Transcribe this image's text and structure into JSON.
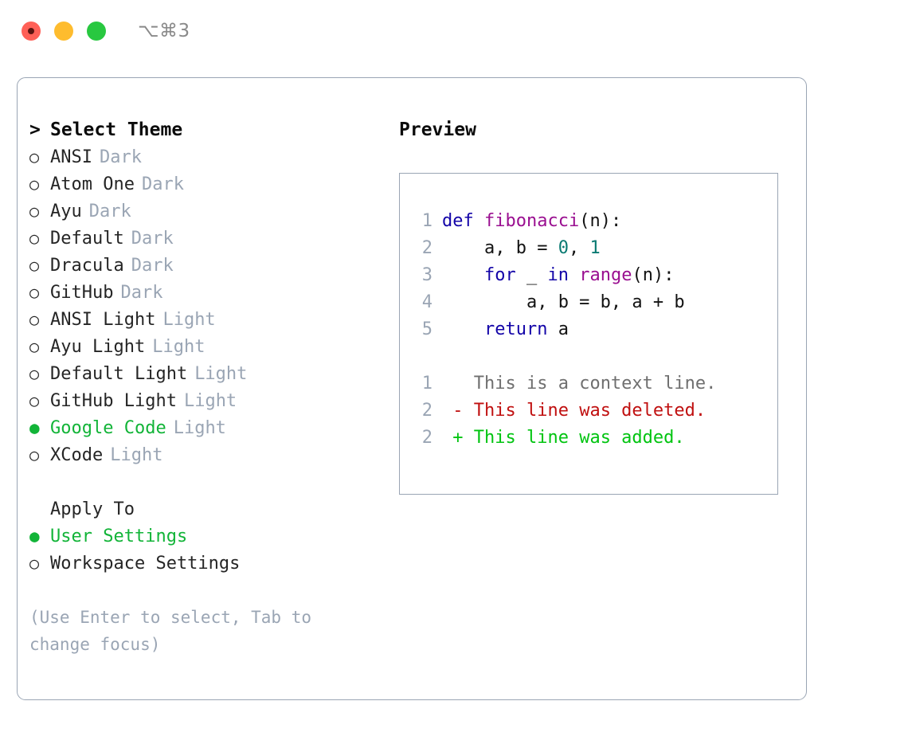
{
  "window": {
    "shortcut": "⌥⌘3",
    "traffic_lights": [
      "close-red",
      "minimize-yellow",
      "maximize-green"
    ],
    "colors": {
      "red": "#ff6057",
      "yellow": "#febc2e",
      "green": "#28c840",
      "border": "#9aa5b4",
      "accent_green": "#12b438",
      "muted": "#9aa5b4"
    }
  },
  "theme_list": {
    "header": "Select Theme",
    "caret": ">",
    "bullet_unselected": "○",
    "bullet_selected": "●",
    "items": [
      {
        "name": "ANSI",
        "category": "Dark",
        "selected": false
      },
      {
        "name": "Atom One",
        "category": "Dark",
        "selected": false
      },
      {
        "name": "Ayu",
        "category": "Dark",
        "selected": false
      },
      {
        "name": "Default",
        "category": "Dark",
        "selected": false
      },
      {
        "name": "Dracula",
        "category": "Dark",
        "selected": false
      },
      {
        "name": "GitHub",
        "category": "Dark",
        "selected": false
      },
      {
        "name": "ANSI Light",
        "category": "Light",
        "selected": false
      },
      {
        "name": "Ayu Light",
        "category": "Light",
        "selected": false
      },
      {
        "name": "Default Light",
        "category": "Light",
        "selected": false
      },
      {
        "name": "GitHub Light",
        "category": "Light",
        "selected": false
      },
      {
        "name": "Google Code",
        "category": "Light",
        "selected": true
      },
      {
        "name": "XCode",
        "category": "Light",
        "selected": false
      }
    ]
  },
  "apply_to": {
    "header": "Apply To",
    "items": [
      {
        "name": "User Settings",
        "selected": true
      },
      {
        "name": "Workspace Settings",
        "selected": false
      }
    ]
  },
  "hint": "(Use Enter to select, Tab to change focus)",
  "preview": {
    "title": "Preview",
    "code_lines": [
      {
        "num": "1",
        "tokens": [
          {
            "t": "def",
            "c": "kw"
          },
          {
            "t": " ",
            "c": "pl"
          },
          {
            "t": "fibonacci",
            "c": "fn"
          },
          {
            "t": "(n):",
            "c": "pl"
          }
        ]
      },
      {
        "num": "2",
        "tokens": [
          {
            "t": "    a, b = ",
            "c": "pl"
          },
          {
            "t": "0",
            "c": "num"
          },
          {
            "t": ", ",
            "c": "pl"
          },
          {
            "t": "1",
            "c": "num"
          }
        ]
      },
      {
        "num": "3",
        "tokens": [
          {
            "t": "    ",
            "c": "pl"
          },
          {
            "t": "for",
            "c": "kw"
          },
          {
            "t": " _ ",
            "c": "pl"
          },
          {
            "t": "in",
            "c": "kw"
          },
          {
            "t": " ",
            "c": "pl"
          },
          {
            "t": "range",
            "c": "fn"
          },
          {
            "t": "(n):",
            "c": "pl"
          }
        ]
      },
      {
        "num": "4",
        "tokens": [
          {
            "t": "        a, b = b, a + b",
            "c": "pl"
          }
        ]
      },
      {
        "num": "5",
        "tokens": [
          {
            "t": "    ",
            "c": "pl"
          },
          {
            "t": "return",
            "c": "kw"
          },
          {
            "t": " a",
            "c": "pl"
          }
        ]
      }
    ],
    "diff_lines": [
      {
        "num": "1",
        "marker": " ",
        "text": "This is a context line.",
        "kind": "d-ctx"
      },
      {
        "num": "2",
        "marker": "-",
        "text": "This line was deleted.",
        "kind": "d-del"
      },
      {
        "num": "2",
        "marker": "+",
        "text": "This line was added.",
        "kind": "d-add"
      }
    ]
  }
}
